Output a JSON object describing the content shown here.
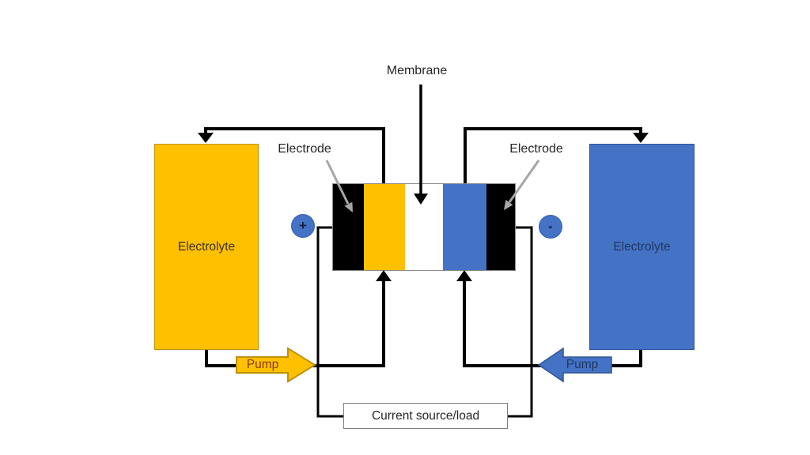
{
  "labels": {
    "membrane": "Membrane",
    "electrode_left": "Electrode",
    "electrode_right": "Electrode",
    "electrolyte_left": "Electrolyte",
    "electrolyte_right": "Electrolyte",
    "pump_left": "Pump",
    "pump_right": "Pump",
    "terminal_positive": "+",
    "terminal_negative": "-",
    "current_source": "Current source/load"
  },
  "colors": {
    "yellow_electrolyte": "#FFC000",
    "yellow_border": "#BF9000",
    "blue_electrolyte": "#4472C4",
    "blue_border": "#2F5597",
    "electrode_black": "#000000",
    "membrane_white": "#FFFFFF",
    "terminal_circle_fill": "#4472C4",
    "callout_arrow_gray": "#A6A6A6",
    "pump_text_left": "#843C0C",
    "pump_text_right": "#1F3864",
    "piping_lines": "#000000"
  },
  "cell_stack": {
    "segments": [
      {
        "name": "left-electrode",
        "color": "#000000"
      },
      {
        "name": "left-half-cell",
        "color": "#FFC000"
      },
      {
        "name": "membrane",
        "color": "#FFFFFF"
      },
      {
        "name": "right-half-cell",
        "color": "#4472C4"
      },
      {
        "name": "right-electrode",
        "color": "#000000"
      }
    ]
  }
}
